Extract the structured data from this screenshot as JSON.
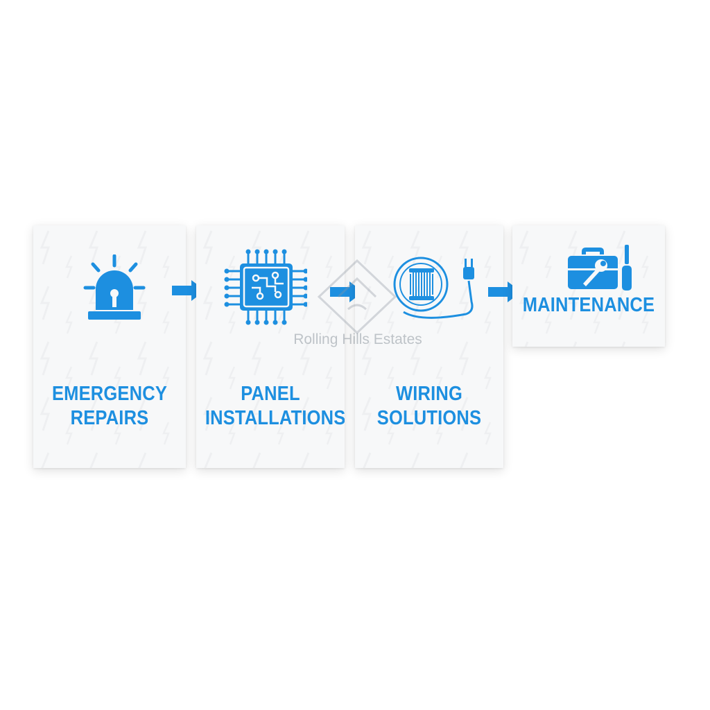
{
  "colors": {
    "accent": "#1d8fe0",
    "card_bg": "#f7f8f9"
  },
  "steps": [
    {
      "line1": "EMERGENCY",
      "line2": "REPAIRS",
      "icon": "siren-icon"
    },
    {
      "line1": "PANEL",
      "line2": "INSTALLATIONS",
      "icon": "circuit-chip-icon"
    },
    {
      "line1": "WIRING",
      "line2": "SOLUTIONS",
      "icon": "wire-reel-plug-icon"
    },
    {
      "line1": "MAINTENANCE",
      "icon": "toolbox-screwdriver-icon"
    }
  ],
  "watermark": {
    "text": "Rolling Hills Estates"
  }
}
